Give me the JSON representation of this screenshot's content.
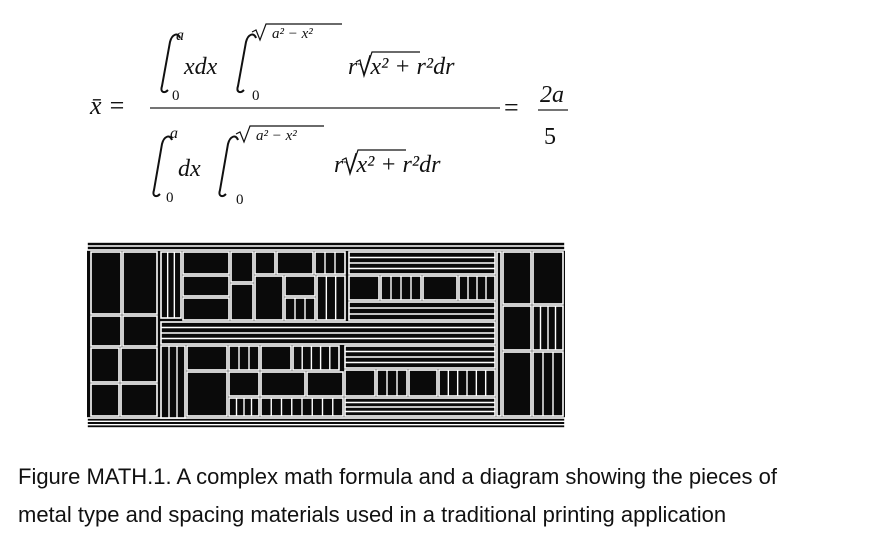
{
  "formula": {
    "lhs": "x̄ =",
    "numerator": {
      "outer_upper": "a",
      "outer_lower": "0",
      "outer_integrand": "xdx",
      "inner_upper": "a² − x²",
      "inner_lower": "0",
      "inner_integrand": "r√x² + r²dr"
    },
    "denominator": {
      "outer_upper": "a",
      "outer_lower": "0",
      "outer_integrand": "dx",
      "inner_upper": "a² − x²",
      "inner_lower": "0",
      "inner_integrand": "r√x² + r²dr"
    },
    "equals": "=",
    "result_numerator": "2a",
    "result_denominator": "5"
  },
  "diagram": {
    "stroke_color": "#ffffff",
    "fill_color": "#0a0a0a"
  },
  "caption": {
    "line1": "Figure MATH.1. A complex math formula and a diagram showing the pieces of",
    "line2": "metal type and spacing materials used in a traditional printing application"
  }
}
